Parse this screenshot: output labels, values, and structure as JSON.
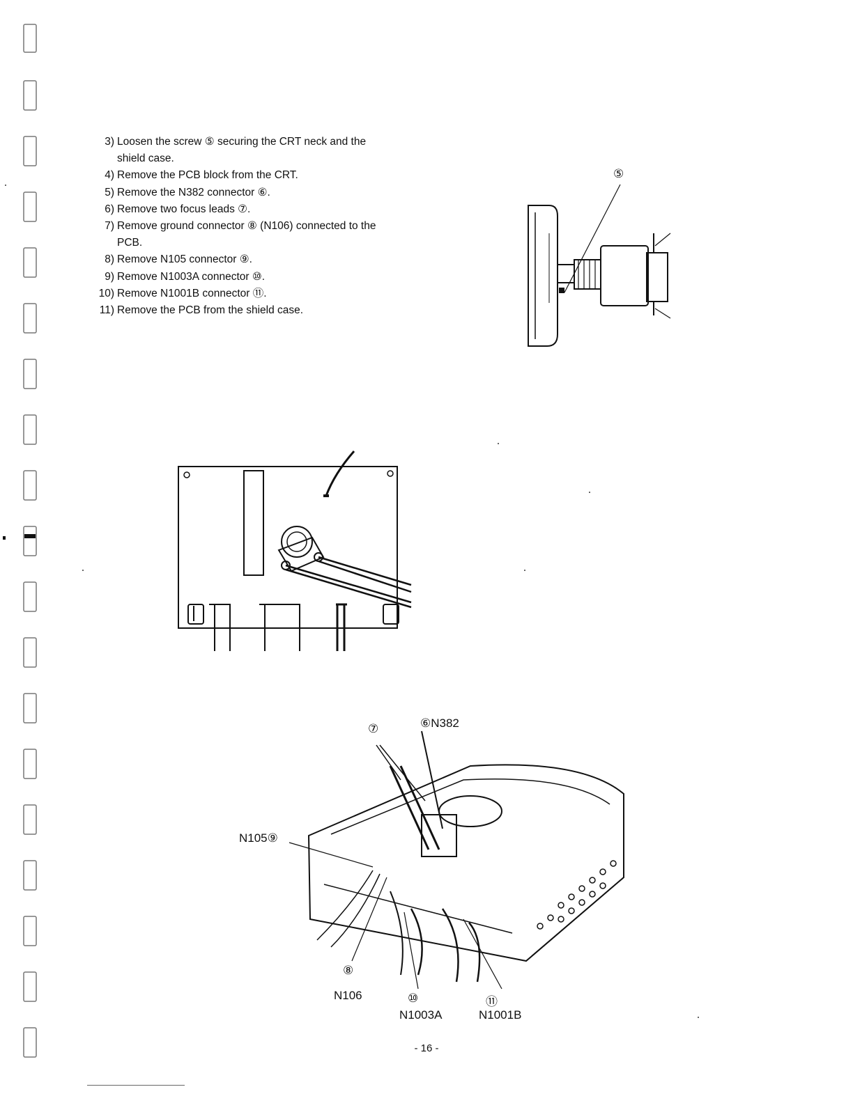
{
  "instructions": [
    {
      "num": "3)",
      "text": "Loosen the screw ⑤ securing the CRT neck and the shield case."
    },
    {
      "num": "4)",
      "text": "Remove the PCB block from the CRT."
    },
    {
      "num": "5)",
      "text": "Remove the N382 connector ⑥."
    },
    {
      "num": "6)",
      "text": "Remove two focus leads ⑦."
    },
    {
      "num": "7)",
      "text": "Remove ground connector ⑧ (N106) connected to the PCB."
    },
    {
      "num": "8)",
      "text": "Remove N105 connector ⑨."
    },
    {
      "num": "9)",
      "text": "Remove N1003A connector ⑩."
    },
    {
      "num": "10)",
      "text": "Remove N1001B connector ⑪."
    },
    {
      "num": "11)",
      "text": "Remove the PCB from the shield case."
    }
  ],
  "figure_crt": {
    "callout": "⑤"
  },
  "figure_assembly": {
    "label_7": "⑦",
    "label_6": "⑥N382",
    "label_9": "N105⑨",
    "label_8": "⑧",
    "label_n106": "N106",
    "label_10": "⑩",
    "label_n1003a": "N1003A",
    "label_11": "⑪",
    "label_n1001b": "N1001B"
  },
  "page_number": "- 16 -"
}
